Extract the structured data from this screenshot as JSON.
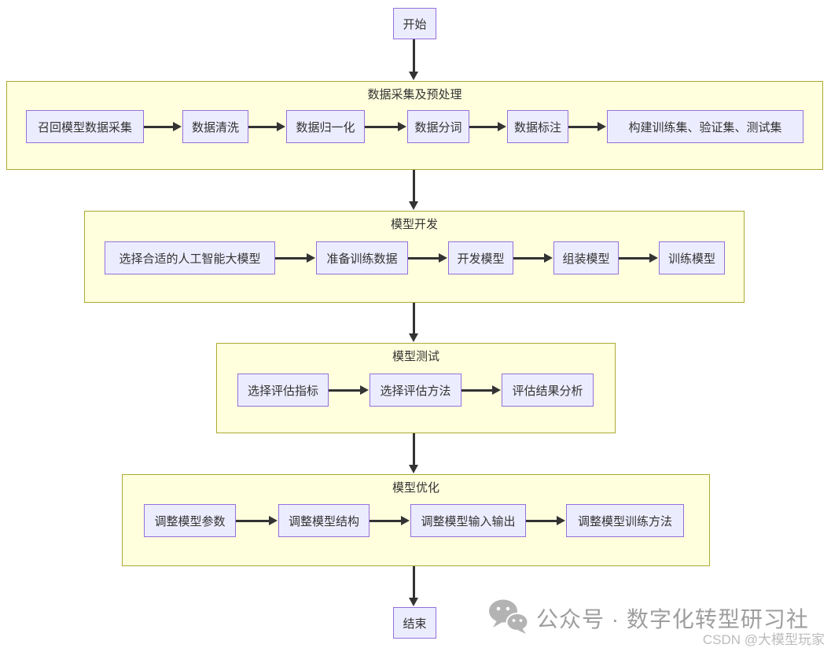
{
  "diagram": {
    "start_label": "开始",
    "end_label": "结束",
    "groups": [
      {
        "title": "数据采集及预处理",
        "nodes": [
          "召回模型数据采集",
          "数据清洗",
          "数据归一化",
          "数据分词",
          "数据标注",
          "构建训练集、验证集、测试集"
        ]
      },
      {
        "title": "模型开发",
        "nodes": [
          "选择合适的人工智能大模型",
          "准备训练数据",
          "开发模型",
          "组装模型",
          "训练模型"
        ]
      },
      {
        "title": "模型测试",
        "nodes": [
          "选择评估指标",
          "选择评估方法",
          "评估结果分析"
        ]
      },
      {
        "title": "模型优化",
        "nodes": [
          "调整模型参数",
          "调整模型结构",
          "调整模型输入输出",
          "调整模型训练方法"
        ]
      }
    ],
    "colors": {
      "group_fill": "#ffffde",
      "group_border": "#aaaa33",
      "node_fill": "#ececff",
      "node_border": "#9370db",
      "arrow": "#333333",
      "text": "#333333",
      "wm_color": "#9e9e9e"
    }
  },
  "watermark": {
    "wechat_icon": "wechat-logo",
    "wechat_label": "公众号 · 数字化转型研习社",
    "csdn_label": "CSDN @大模型玩家"
  }
}
